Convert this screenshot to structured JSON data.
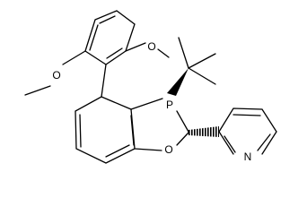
{
  "molecule": {
    "atom_labels": {
      "P": "P",
      "O_ring": "O",
      "N_pyridine": "N",
      "O_methoxy_upper": "O",
      "O_methoxy_left": "O"
    }
  }
}
